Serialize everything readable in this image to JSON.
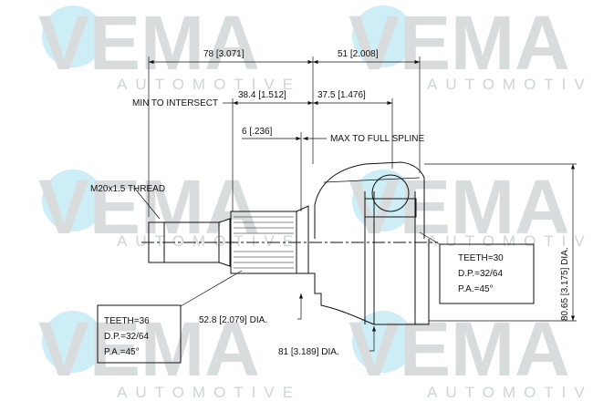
{
  "watermark": {
    "brand": "VEMA",
    "sub": "AUTOMOTIVE",
    "circle_color": "#cdeef7",
    "text_color": "#d9dcdd"
  },
  "dimensions": {
    "overall_left": "78 [3.071]",
    "overall_right": "51 [2.008]",
    "min_to_intersect_label": "MIN TO INTERSECT",
    "min_to_intersect": "38.4 [1.512]",
    "right_spline": "37.5 [1.476]",
    "spline_offset": "6 [.236]",
    "max_to_full_spline": "MAX TO FULL SPLINE",
    "thread": "M20x1.5 THREAD",
    "dia_small": "52.8 [2.079] DIA.",
    "dia_large": "81 [3.189] DIA.",
    "dia_outer": "80.65 [3.175] DIA."
  },
  "outer_spline": {
    "teeth": "TEETH=36",
    "dp": "D.P.=32/64",
    "pa": "P.A.=45°"
  },
  "inner_spline": {
    "teeth": "TEETH=30",
    "dp": "D.P.=32/64",
    "pa": "P.A.=45°"
  }
}
